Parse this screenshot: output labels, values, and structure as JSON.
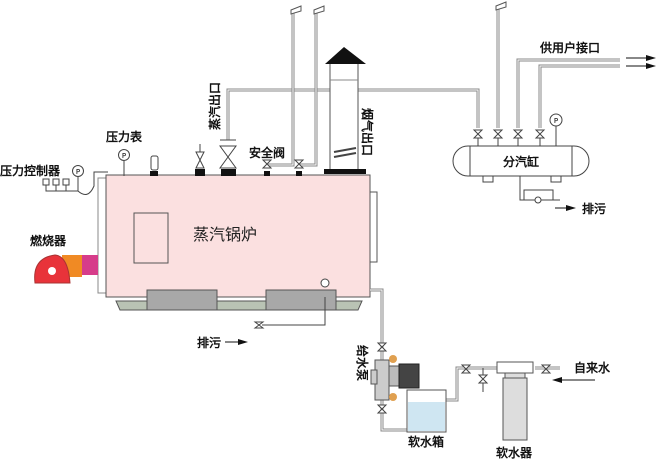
{
  "labels": {
    "pressure_controller": "压力控制器",
    "pressure_gauge": "压力表",
    "burner": "燃烧器",
    "steam_outlet": "蒸汽出口",
    "safety_valve": "安全阀",
    "flue_gas_outlet": "烟气出口",
    "boiler": "蒸汽锅炉",
    "user_interface": "供用户接口",
    "steam_header": "分汽缸",
    "drain_right": "排污",
    "drain_left": "排污",
    "feed_pump": "给水泵",
    "soft_water_tank": "软水箱",
    "water_softener": "软水器",
    "tap_water": "自来水",
    "gauge_symbol": "P"
  },
  "colors": {
    "boiler_body": "#fbe0e0",
    "burner_red": "#e8333a",
    "burner_orange": "#f08a24",
    "burner_magenta": "#d63c8a",
    "tank_water": "#cfe6f2",
    "pipe": "#888888"
  }
}
